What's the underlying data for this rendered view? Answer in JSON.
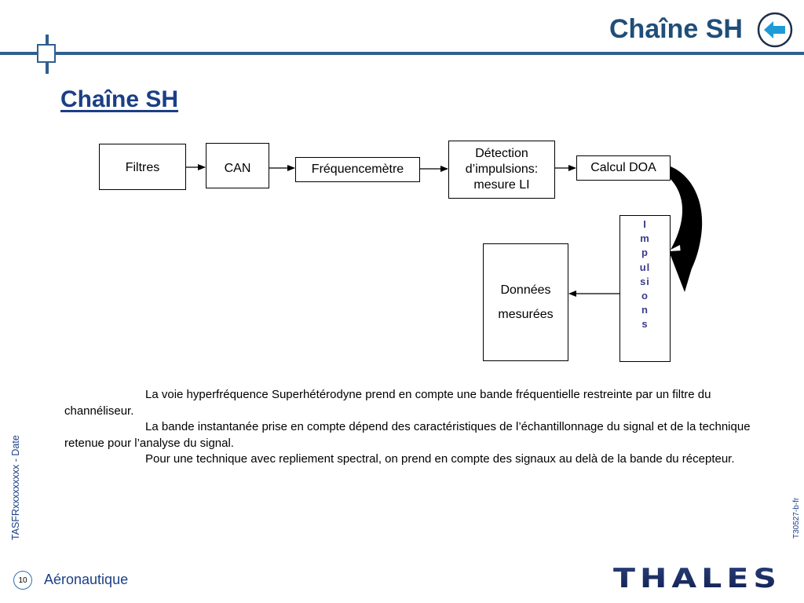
{
  "header": {
    "title": "Chaîne SH"
  },
  "slide": {
    "title": "Chaîne SH"
  },
  "diagram": {
    "filtres": "Filtres",
    "can": "CAN",
    "frequencemetre": "Fréquencemètre",
    "detection": "Détection\nd’impulsions:\nmesure LI",
    "calcul_doa": "Calcul DOA",
    "impulsions": "Impulsions",
    "donnees_line1": "Données",
    "donnees_line2": "mesurées"
  },
  "body": {
    "paragraphs": [
      "La voie hyperfréquence Superhétérodyne prend en compte une bande fréquentielle restreinte par un filtre du channéliseur.",
      "La bande instantanée prise en compte dépend des caractéristiques de l’échantillonnage du signal et de la technique retenue pour l’analyse du signal.",
      "Pour une technique avec repliement spectral, on prend en compte des signaux au delà de la bande du récepteur."
    ]
  },
  "footer": {
    "page_number": "10",
    "label": "Aéronautique",
    "side_left": "TASFRxxxxxxxxx - Date",
    "side_right": "T30527-b-fr",
    "logo": "THALES"
  },
  "colors": {
    "accent": "#2f5f8f",
    "title": "#1a3f86",
    "back_arrow": "#1e9bd7"
  },
  "icons": {
    "back": "arrow-left-circle-icon"
  }
}
